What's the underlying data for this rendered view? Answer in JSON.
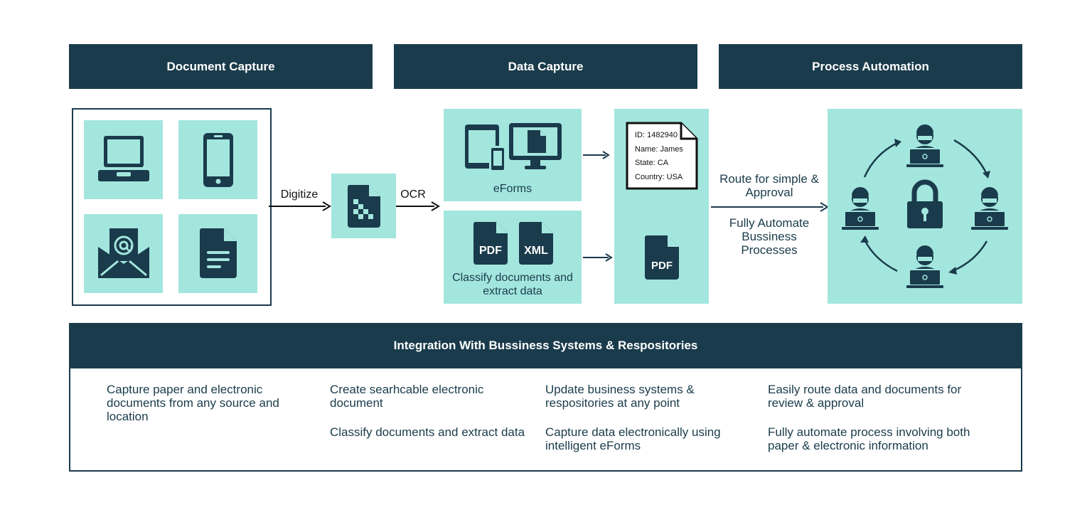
{
  "headers": {
    "document_capture": "Document Capture",
    "data_capture": "Data Capture",
    "process_automation": "Process Automation"
  },
  "flow": {
    "digitize": "Digitize",
    "ocr": "OCR",
    "eforms": "eForms",
    "classify": "Classify documents and extract data",
    "record": {
      "id": "ID: 1482940",
      "name": "Name: James",
      "state": "State: CA",
      "country": "Country: USA"
    },
    "route": "Route for simple & Approval",
    "automate": "Fully Automate Bussiness Processes",
    "pdf_label": "PDF",
    "xml_label": "XML"
  },
  "integration": {
    "title": "Integration With Bussiness Systems & Respositories",
    "col1": [
      "Capture paper and electronic documents from any source and location"
    ],
    "col2": [
      "Create searhcable electronic document",
      "Classify documents and extract data"
    ],
    "col3": [
      "Update business systems & respositories at any point",
      "Capture data electronically using intelligent eForms"
    ],
    "col4": [
      "Easily route data and documents for review & approval",
      "Fully automate process involving both paper & electronic information"
    ]
  },
  "colors": {
    "navy": "#1a3b4b",
    "mint": "#a3e6de",
    "white": "#ffffff"
  },
  "icons": [
    "laptop-icon",
    "smartphone-icon",
    "email-icon",
    "document-icon",
    "scanned-document-icon",
    "devices-icon",
    "pdf-file-icon",
    "xml-file-icon",
    "id-card-icon",
    "user-at-laptop-icon",
    "padlock-icon",
    "cycle-arrow-icon"
  ]
}
